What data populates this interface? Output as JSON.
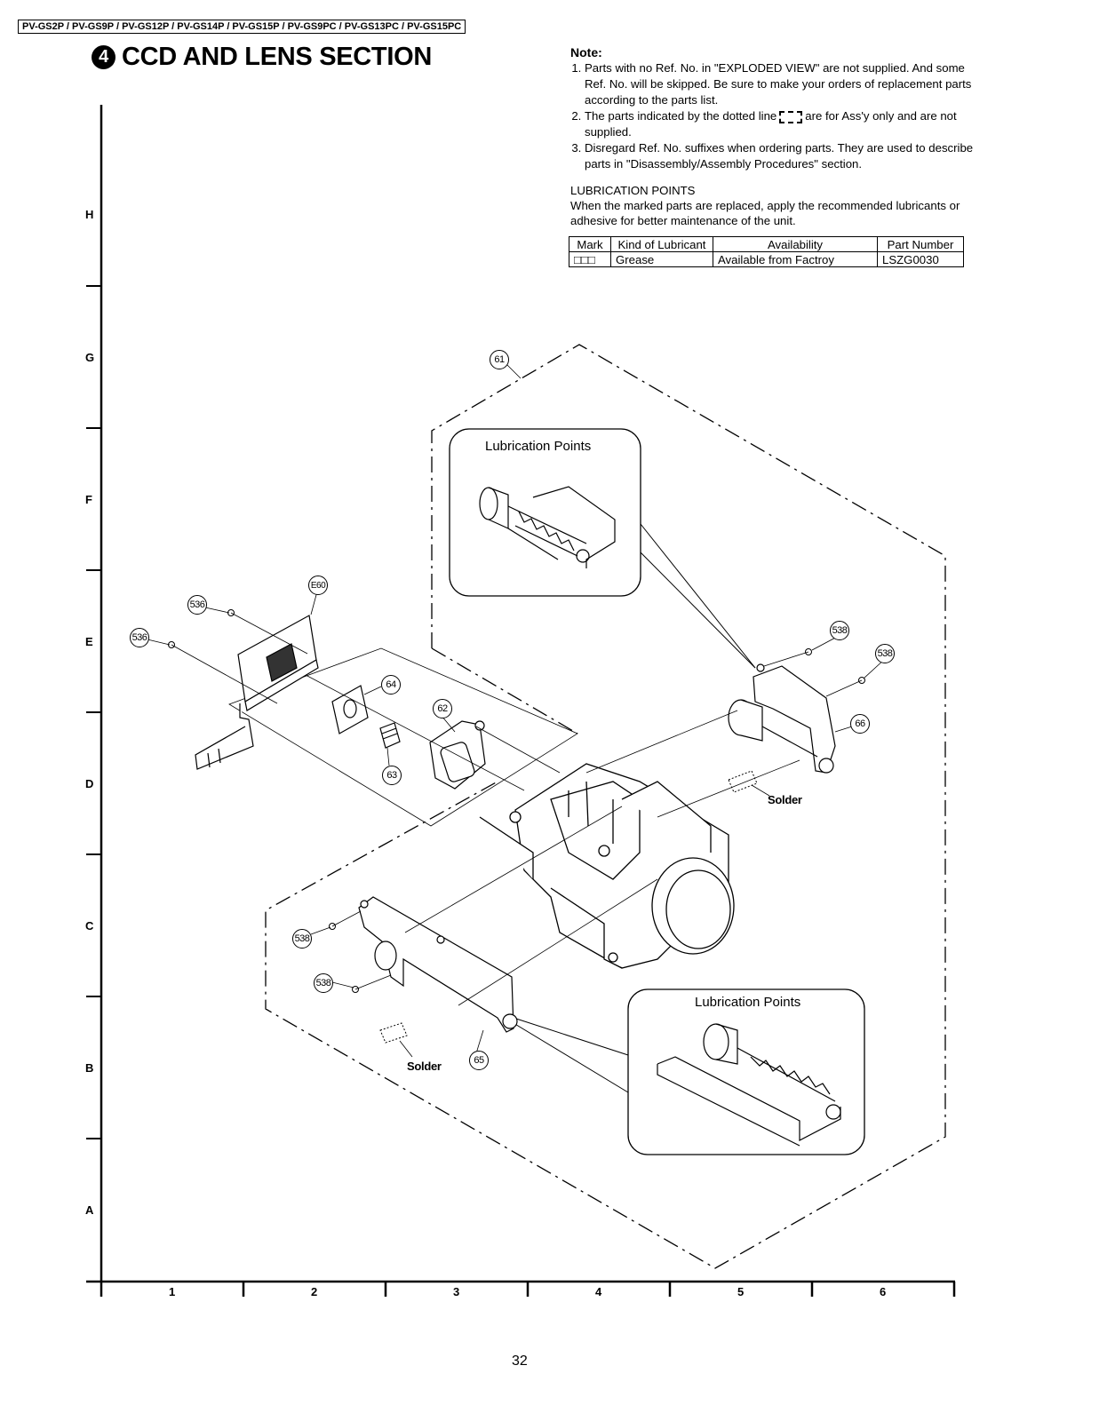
{
  "header": {
    "models": "PV-GS2P / PV-GS9P / PV-GS12P / PV-GS14P / PV-GS15P / PV-GS9PC / PV-GS13PC / PV-GS15PC",
    "section_number": "4",
    "section_title": "CCD AND LENS SECTION"
  },
  "notes": {
    "heading": "Note:",
    "items": [
      "Parts with no Ref. No. in \"EXPLODED VIEW\" are not supplied. And some Ref. No. will be skipped.  Be sure to make your orders of replacement parts according to the parts list.",
      "are for Ass'y only and are not supplied.",
      "Disregard Ref. No. suffixes when ordering parts. They are used to describe parts in \"Disassembly/Assembly Procedures\" section."
    ],
    "item2_prefix": "The parts indicated by the dotted line"
  },
  "lubrication": {
    "heading": "LUBRICATION POINTS",
    "text": "When the marked parts are replaced, apply the recommended lubricants or adhesive for better maintenance of the unit.",
    "table_headers": [
      "Mark",
      "Kind of Lubricant",
      "Availability",
      "Part Number"
    ],
    "table_row": [
      "□□□",
      "Grease",
      "Available from Factroy",
      "LSZG0030"
    ]
  },
  "grid": {
    "rows": [
      "H",
      "G",
      "F",
      "E",
      "D",
      "C",
      "B",
      "A"
    ],
    "columns": [
      "1",
      "2",
      "3",
      "4",
      "5",
      "6"
    ]
  },
  "diagram": {
    "lube_box_title": "Lubrication Points",
    "solder_label": "Solder",
    "callouts": {
      "c61": "61",
      "e60": "E60",
      "c536a": "536",
      "c536b": "536",
      "c64": "64",
      "c62": "62",
      "c63": "63",
      "c538a": "538",
      "c538b": "538",
      "c66": "66",
      "c538c": "538",
      "c538d": "538",
      "c65": "65"
    }
  },
  "page_number": "32"
}
